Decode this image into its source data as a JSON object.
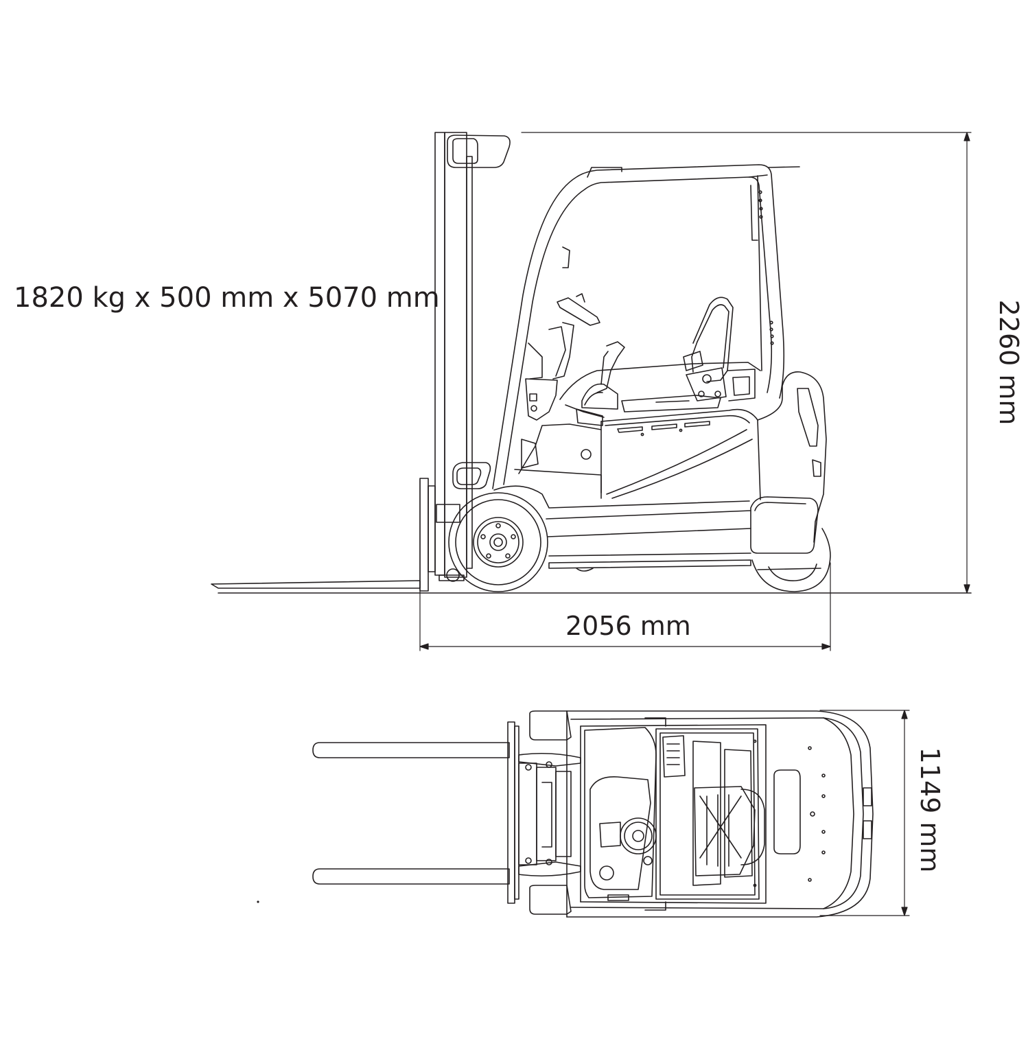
{
  "labels": {
    "capacity": "1820 kg x 500 mm x 5070 mm",
    "overall_length": "2056 mm",
    "overall_height": "2260 mm",
    "overall_width": "1149 mm"
  },
  "colors": {
    "line": "#231f20",
    "background": "#ffffff"
  }
}
